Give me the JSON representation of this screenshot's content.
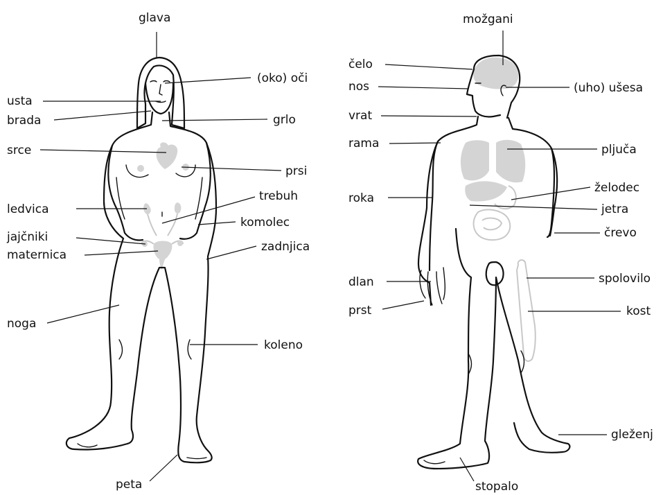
{
  "labels": {
    "glava": "glava",
    "oko_oci": "(oko) oči",
    "usta": "usta",
    "brada": "brada",
    "grlo": "grlo",
    "srce": "srce",
    "prsi": "prsi",
    "trebuh": "trebuh",
    "ledvica": "ledvica",
    "komolec": "komolec",
    "jajcniki": "jajčniki",
    "maternica": "maternica",
    "zadnjica": "zadnjica",
    "noga": "noga",
    "koleno": "koleno",
    "peta": "peta",
    "mozgani": "možgani",
    "celo": "čelo",
    "nos": "nos",
    "uho_usesa": "(uho) ušesa",
    "vrat": "vrat",
    "rama": "rama",
    "pljuca": "pljuča",
    "roka": "roka",
    "zelodec": "želodec",
    "jetra": "jetra",
    "crevo": "črevo",
    "dlan": "dlan",
    "spolovilo": "spolovilo",
    "prst": "prst",
    "kost": "kost",
    "glezenj": "gleženj",
    "stopalo": "stopalo"
  }
}
